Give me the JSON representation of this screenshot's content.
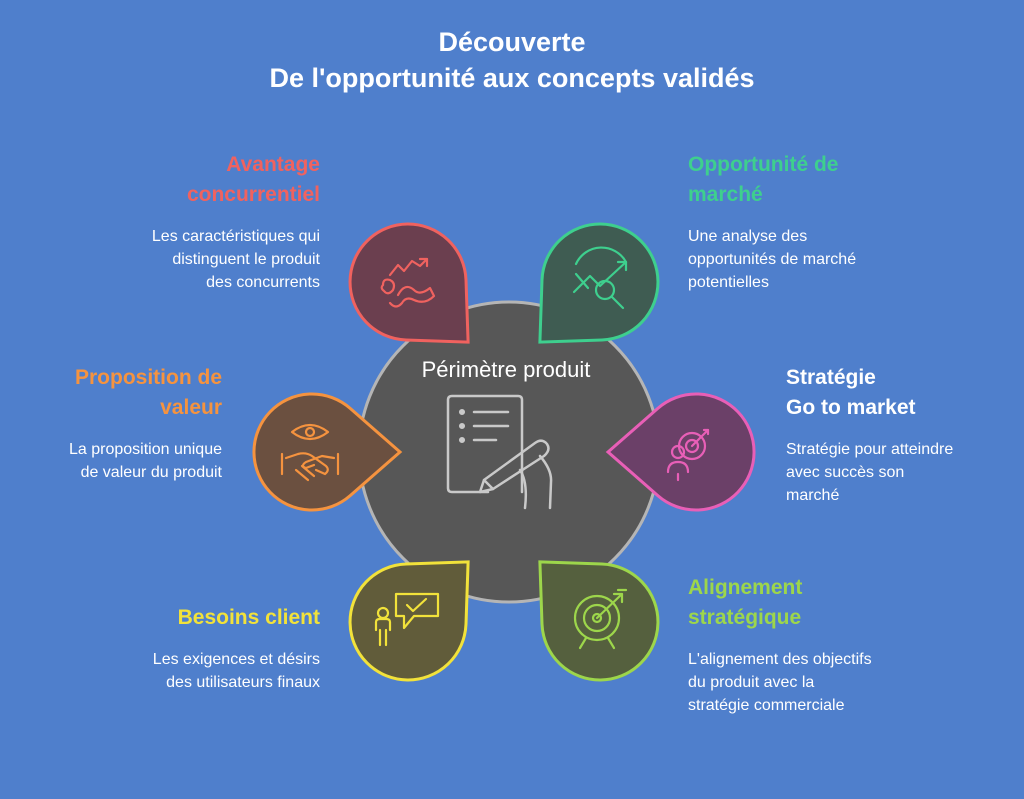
{
  "title": {
    "line1": "Découverte",
    "line2": "De l'opportunité aux concepts validés"
  },
  "center": {
    "label": "Périmètre produit",
    "icon": "document-signing-icon"
  },
  "colors": {
    "background": "#4f7fcc",
    "center_fill": "#575757",
    "center_stroke": "#b5b5b5",
    "competitive": "#f0625f",
    "opportunity": "#3ecf8e",
    "value": "#f5933f",
    "gotomarket": "#e85fb7",
    "needs": "#f2e23a",
    "alignment": "#9dd64b"
  },
  "items": {
    "competitive": {
      "title": "Avantage\nconcurrentiel",
      "desc": "Les caractéristiques qui\ndistinguent le produit\ndes concurrents",
      "icon": "competitive-trend-icon"
    },
    "opportunity": {
      "title": "Opportunité de\nmarché",
      "desc": "Une analyse des\nopportunités de marché\npotentielles",
      "icon": "market-analysis-icon"
    },
    "value": {
      "title": "Proposition de\nvaleur",
      "desc": "La proposition unique\nde valeur du produit",
      "icon": "handshake-eye-icon"
    },
    "gotomarket": {
      "title": "Stratégie\nGo to market",
      "desc": "Stratégie pour atteindre\navec succès son\nmarché",
      "icon": "target-person-icon"
    },
    "needs": {
      "title": "Besoins client",
      "desc": "Les exigences et désirs\ndes utilisateurs finaux",
      "icon": "user-feedback-icon"
    },
    "alignment": {
      "title": "Alignement\nstratégique",
      "desc": "L'alignement des objectifs\ndu produit avec la\nstratégie commerciale",
      "icon": "bullseye-arrow-icon"
    }
  }
}
